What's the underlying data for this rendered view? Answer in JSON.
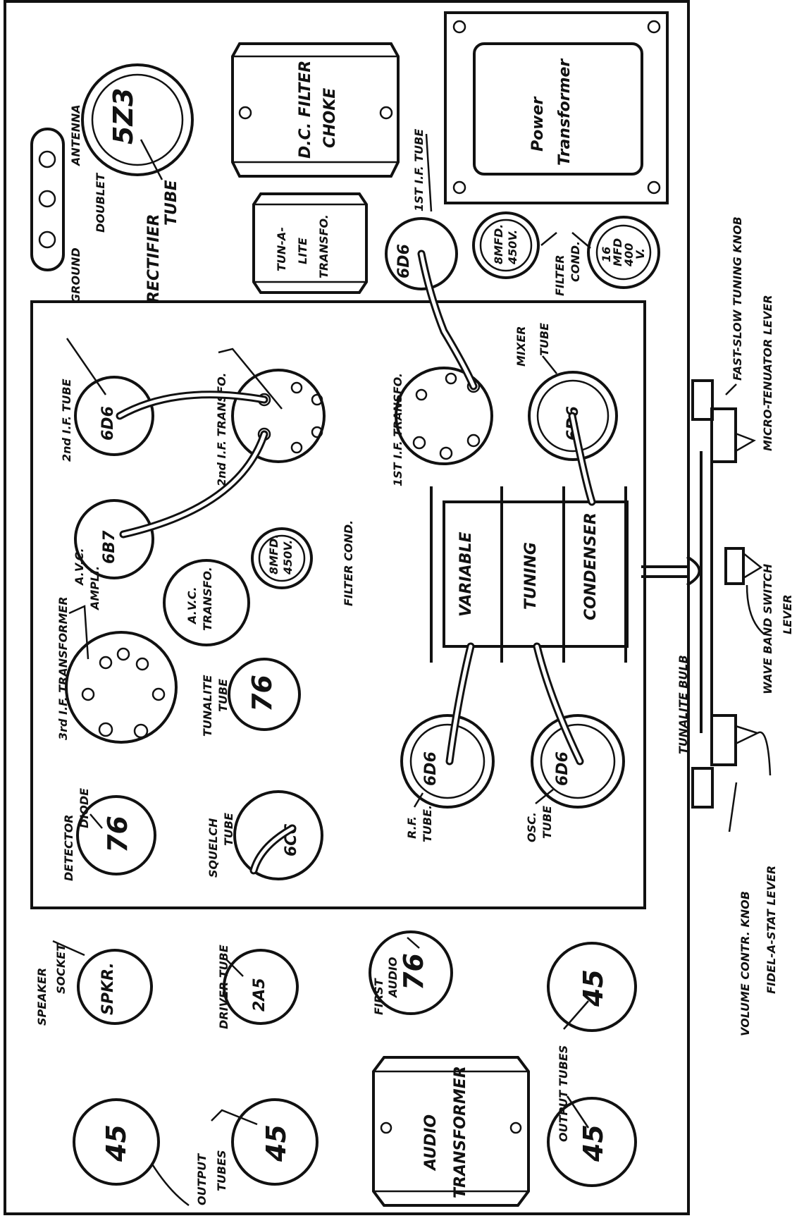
{
  "colors": {
    "ink": "#111111",
    "paper": "#ffffff"
  },
  "labels": {
    "ground": "GROUND",
    "doublet": "DOUBLET",
    "antenna": "ANTENNA",
    "rectifier": "RECTIFIER",
    "rectifier_tube": "TUBE",
    "dc_filter": "D.C. FILTER",
    "choke": "CHOKE",
    "power": "Power",
    "transformer": "Transformer",
    "tun_a_lite_1": "TUN-A-",
    "tun_a_lite_2": "LITE",
    "tun_a_lite_3": "TRANSFO.",
    "first_if_tube": "1ST I.F. TUBE",
    "filter_cond": "FILTER",
    "filter_cond2": "COND.",
    "fast_slow": "FAST-SLOW TUNING KNOB",
    "micro_tenuator": "MICRO-TENUATOR LEVER",
    "wave_band_1": "WAVE BAND SWITCH",
    "wave_band_2": "LEVER",
    "tunalite_bulb": "TUNALITE BULB",
    "volume": "VOLUME CONTR. KNOB",
    "fidel": "FIDEL-A-STAT LEVER",
    "second_if_tube": "2nd I.F. TUBE",
    "second_if_transfo": "2nd I.F. TRANSFO.",
    "first_if_transfo": "1ST I.F. TRANSFO.",
    "mixer": "MIXER",
    "mixer_tube": "TUBE",
    "avc_ampli_1": "A.V.C.",
    "avc_ampli_2": "AMPLI.",
    "third_if": "3rd I.F. TRANSFORMER",
    "avc_transfo_1": "A.V.C.",
    "avc_transfo_2": "TRANSFO.",
    "filter_cond_inner": "FILTER COND.",
    "variable": "VARIABLE",
    "tuning": "TUNING",
    "condenser": "CONDENSER",
    "detector_1": "DETECTOR",
    "detector_2": "DIODE",
    "tunalite_tube_1": "TUNALITE",
    "tunalite_tube_2": "TUBE",
    "squelch_1": "SQUELCH",
    "squelch_2": "TUBE",
    "rf_1": "R.F.",
    "rf_2": "TUBE.",
    "osc_1": "OSC.",
    "osc_2": "TUBE",
    "speaker_1": "SPEAKER",
    "speaker_2": "SOCKET",
    "driver": "DRIVER TUBE",
    "first_audio_1": "FIRST",
    "first_audio_2": "AUDIO",
    "audio_1": "AUDIO",
    "audio_2": "TRANSFORMER",
    "output_tubes_left_1": "OUTPUT",
    "output_tubes_left_2": "TUBES",
    "output_tubes_right": "OUTPUT TUBES",
    "cap_a_1": "8MFD.",
    "cap_a_2": "450V.",
    "cap_b_1": "16",
    "cap_b_2": "MFD",
    "cap_b_3": "400",
    "cap_b_4": "V.",
    "cap_c_1": "8MFD.",
    "cap_c_2": "450V."
  },
  "tubes": {
    "rectifier": "5Z3",
    "first_if": "6D6",
    "second_if": "6D6",
    "mixer": "6D6",
    "avc": "6B7",
    "tunalite": "76",
    "detector": "76",
    "squelch": "6C6",
    "rf": "6D6",
    "osc": "6D6",
    "speaker": "SPKR.",
    "driver": "2A5",
    "first_audio": "76",
    "output_a": "45",
    "output_b": "45",
    "output_c": "45",
    "output_d": "45"
  }
}
